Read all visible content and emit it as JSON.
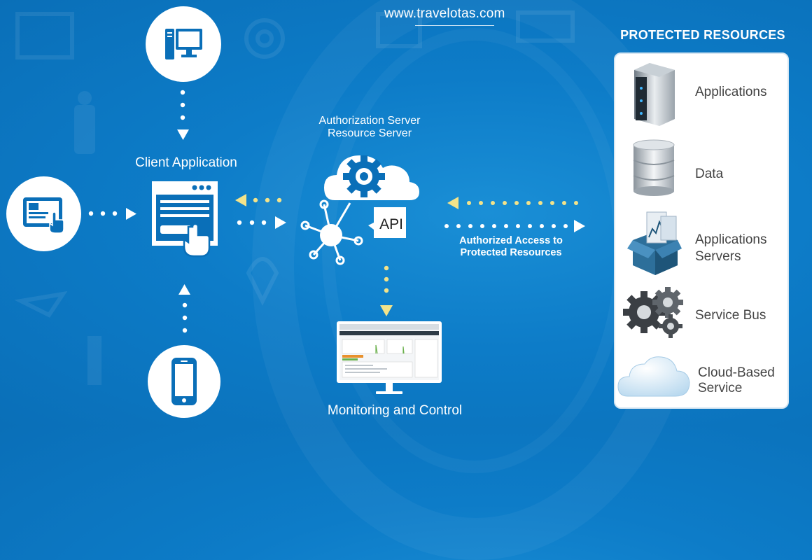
{
  "site": "www.travelotas.com",
  "client_label": "Client Application",
  "server_label_line1": "Authorization Server",
  "server_label_line2": "Resource Server",
  "api_label": "API",
  "access_label_line1": "Authorized Access to",
  "access_label_line2": "Protected Resources",
  "monitor_label": "Monitoring and Control",
  "panel_title": "PROTECTED RESOURCES",
  "resources": [
    {
      "line1": "Applications",
      "line2": "",
      "icon": "server-icon"
    },
    {
      "line1": "Data",
      "line2": "",
      "icon": "database-icon"
    },
    {
      "line1": "Applications",
      "line2": "Servers",
      "icon": "box-icon"
    },
    {
      "line1": "Service Bus",
      "line2": "",
      "icon": "gears-icon"
    },
    {
      "line1": "Cloud-Based",
      "line2": "Service",
      "icon": "cloud-icon"
    }
  ],
  "colors": {
    "background": "#0d7cc8",
    "icon_blue": "#0a6fb8",
    "arrow_yellow": "#f3e38a"
  }
}
